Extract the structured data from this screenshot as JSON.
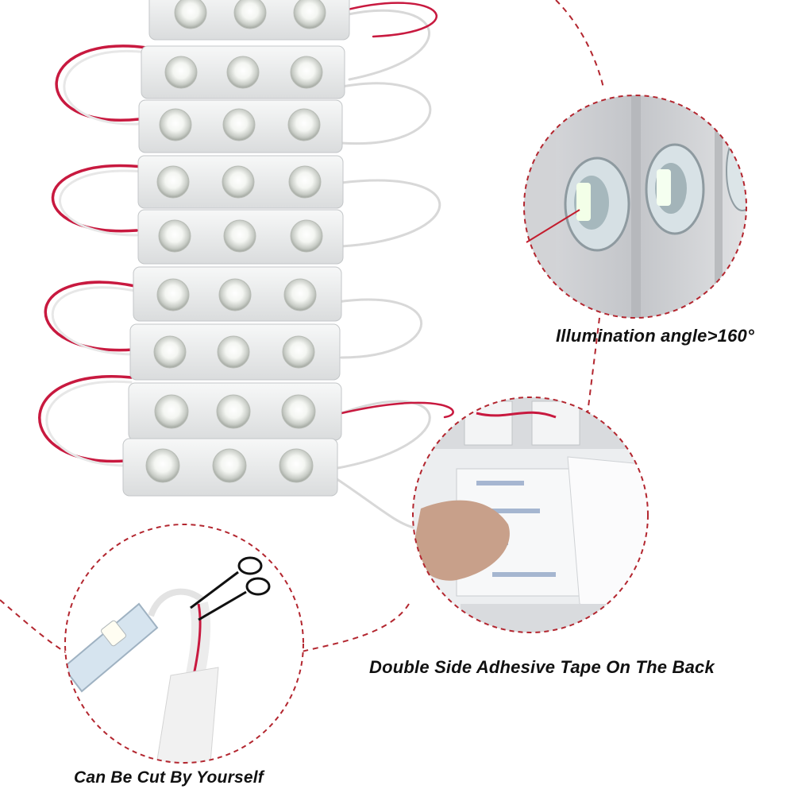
{
  "captions": {
    "illumination": "Illumination angle>160°",
    "tape": "Double Side Adhesive Tape On The Back",
    "cut": "Can Be Cut By Yourself"
  },
  "product": {
    "module_count_visible": 9,
    "leds_per_module": 3
  },
  "colors": {
    "background": "#ffffff",
    "module_body": "#eceeef",
    "wire_red": "#c8193f",
    "wire_white": "#f4f4f4",
    "dashed_callout": "#b3262f",
    "caption_text": "#111111"
  }
}
